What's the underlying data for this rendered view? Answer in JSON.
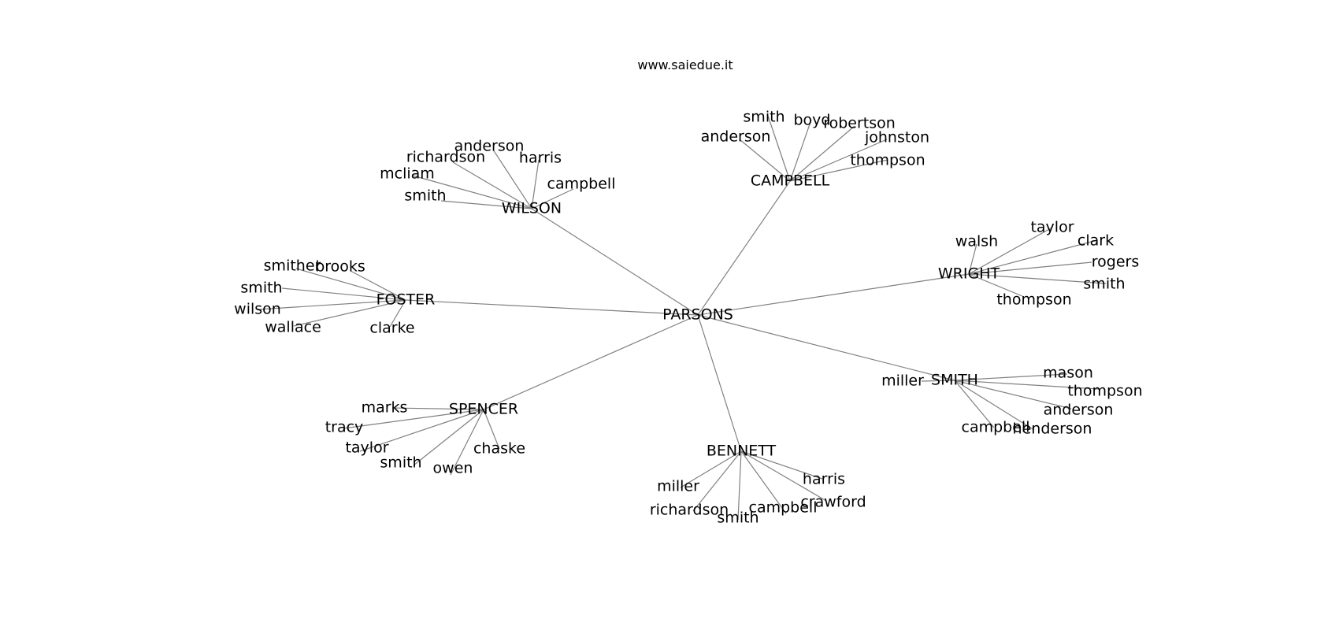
{
  "site_caption": "www.saiedue.it",
  "root": "PARSONS",
  "clusters": [
    {
      "name": "CAMPBELL",
      "members": [
        "smith",
        "boyd",
        "robertson",
        "johnston",
        "thompson",
        "anderson"
      ]
    },
    {
      "name": "WILSON",
      "members": [
        "anderson",
        "richardson",
        "harris",
        "mcliam",
        "campbell",
        "smith"
      ]
    },
    {
      "name": "FOSTER",
      "members": [
        "smither",
        "brooks",
        "smith",
        "wilson",
        "wallace",
        "clarke"
      ]
    },
    {
      "name": "WRIGHT",
      "members": [
        "walsh",
        "taylor",
        "clark",
        "rogers",
        "smith",
        "thompson"
      ]
    },
    {
      "name": "SMITH",
      "members": [
        "miller",
        "mason",
        "thompson",
        "anderson",
        "henderson",
        "campbell"
      ]
    },
    {
      "name": "BENNETT",
      "members": [
        "miller",
        "richardson",
        "smith",
        "campbell",
        "crawford",
        "harris"
      ]
    },
    {
      "name": "SPENCER",
      "members": [
        "marks",
        "tracy",
        "taylor",
        "smith",
        "owen",
        "chaske"
      ]
    }
  ]
}
